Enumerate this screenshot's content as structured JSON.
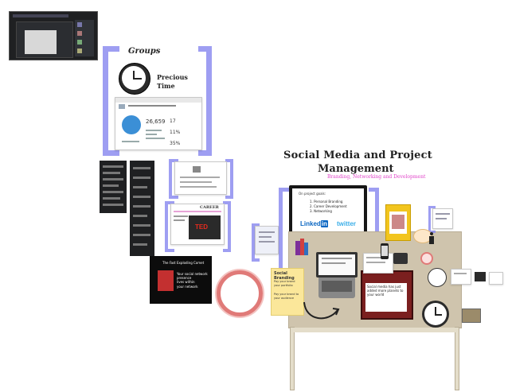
{
  "groups": {
    "title": "Groups",
    "clock_label": "Precious Time",
    "stats": {
      "count": "26,659",
      "small1": "17",
      "pct1": "11%",
      "pct2": "35%"
    }
  },
  "main": {
    "title_line1": "Social Media and Project",
    "title_line2": "Management",
    "subtitle": "Branding, Networking and Development",
    "monitor_heading": "On project goals:",
    "monitor_items": [
      "1. Personal Branding",
      "2. Career Development",
      "3. Networking"
    ],
    "linkedin_label": "Linked",
    "linkedin_in": "in",
    "twitter_label": "twitter",
    "note_title": "Social Branding",
    "note_lines": [
      "Pay your brand your portfolio",
      "Pay your brand to your audience"
    ],
    "book_text": "Social media has just added more planets to your world"
  },
  "tile": {
    "heading": "The Fast Exploding Comet",
    "lines": [
      "Your social network presence",
      "lives within",
      "your network"
    ]
  },
  "career": {
    "title": "CAREER",
    "ted": "TED"
  },
  "colors": {
    "bracket": "#8e8ef0",
    "desk": "#cfc4ad",
    "ring": "#e07a78",
    "linkedin": "#0a66c2",
    "twitter": "#3aaee8",
    "subtitle": "#e040c8"
  }
}
